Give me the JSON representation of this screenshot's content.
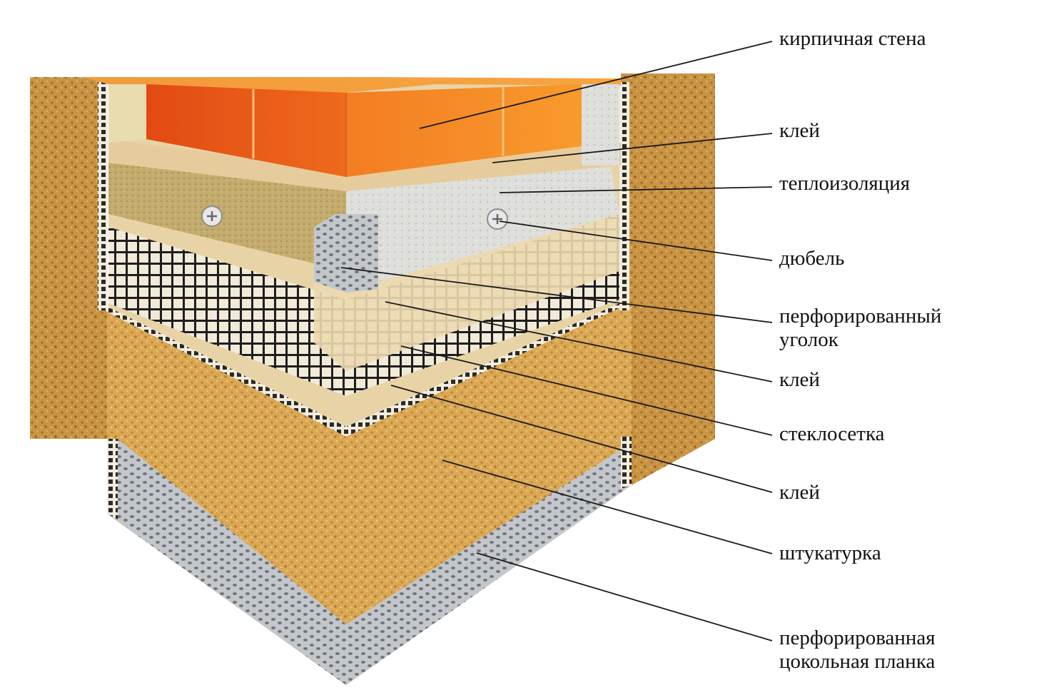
{
  "labels": [
    {
      "id": "brick",
      "lines": [
        "кирпичная стена"
      ]
    },
    {
      "id": "glue1",
      "lines": [
        "клей"
      ]
    },
    {
      "id": "insulation",
      "lines": [
        "теплоизоляция"
      ]
    },
    {
      "id": "dowel",
      "lines": [
        "дюбель"
      ]
    },
    {
      "id": "corner",
      "lines": [
        "перфорированный",
        "уголок"
      ]
    },
    {
      "id": "glue2",
      "lines": [
        "клей"
      ]
    },
    {
      "id": "mesh",
      "lines": [
        "стеклосетка"
      ]
    },
    {
      "id": "glue3",
      "lines": [
        "клей"
      ]
    },
    {
      "id": "plaster",
      "lines": [
        "штукатурка"
      ]
    },
    {
      "id": "plinth",
      "lines": [
        "перфорированная",
        "цокольная планка"
      ]
    }
  ],
  "colors": {
    "brick": "#f07a1e",
    "brick_dark": "#e35a16",
    "plaster": "#d9a655",
    "glue": "#ead2a4",
    "mineral_wool": "#c4ad6f",
    "foam": "#dcdcd8",
    "mesh": "#222222",
    "steel": "#b8bcc0",
    "leader": "#1a1a1a"
  }
}
